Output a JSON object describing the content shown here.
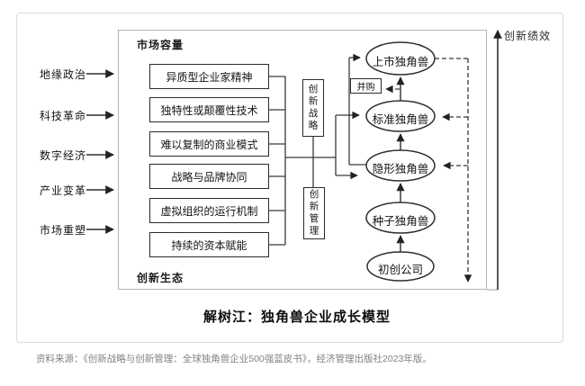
{
  "diagram": {
    "env_factors": [
      "地缘政治",
      "科技革命",
      "数字经济",
      "产业变革",
      "市场重塑"
    ],
    "inner_box": {
      "top_label": "市场容量",
      "bottom_label": "创新生态"
    },
    "factors": [
      "异质型企业家精神",
      "独特性或颠覆性技术",
      "难以复制的商业模式",
      "战略与品牌协同",
      "虚拟组织的运行机制",
      "持续的资本赋能"
    ],
    "mediators": {
      "strategy": "创新战略",
      "management": "创新管理"
    },
    "merger_label": "并购",
    "stages": [
      "上市独角兽",
      "标准独角兽",
      "隐形独角兽",
      "种子独角兽",
      "初创公司"
    ],
    "performance_axis_label": "创新绩效"
  },
  "caption": {
    "title": "解树江：独角兽企业成长模型"
  },
  "footer": {
    "source": "资料来源：《创新战略与创新管理：全球独角兽企业500强蓝皮书》，经济管理出版社2023年版。"
  },
  "colors": {
    "line": "#3a3a3a",
    "box_border": "#2b2b2b",
    "inner_box_border": "#b3b3b3",
    "outer_border": "#dcdcdc",
    "text": "#141414",
    "source_text": "#828282",
    "background": "#ffffff"
  }
}
